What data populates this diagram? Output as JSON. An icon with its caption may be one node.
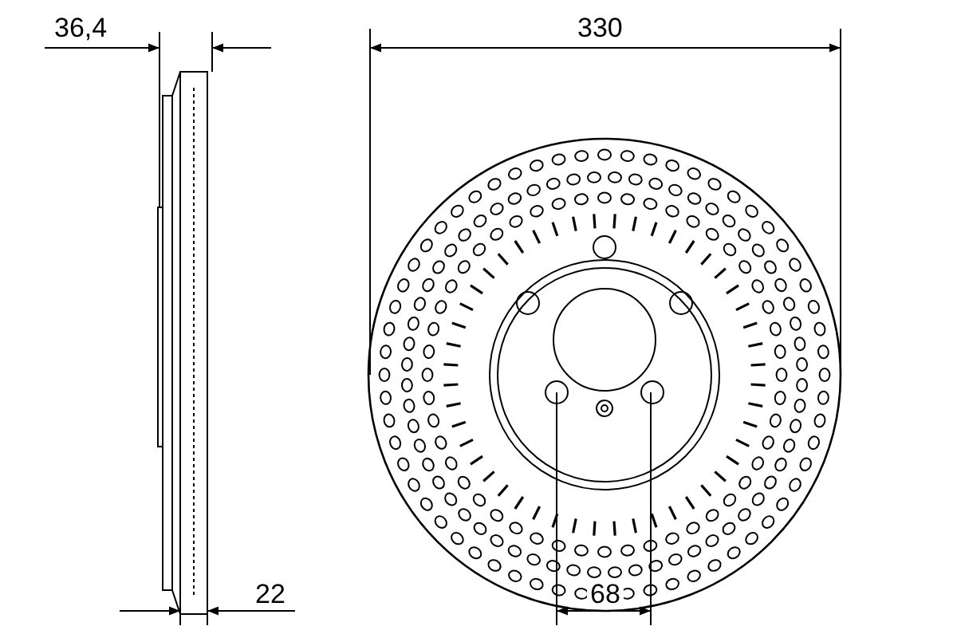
{
  "diagram": {
    "labels": [
      "36,4",
      "330",
      "22",
      "68"
    ]
  }
}
